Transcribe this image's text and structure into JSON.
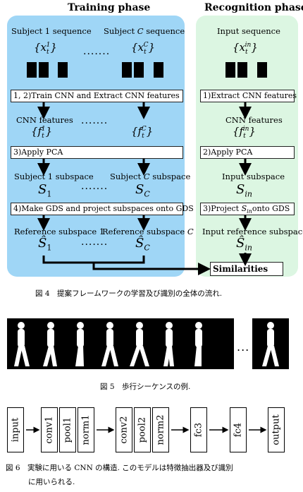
{
  "fig4": {
    "training_title": "Training phase",
    "recognition_title": "Recognition phase",
    "subject1_seq": "Subject 1 sequence",
    "subjectC_seq": "Subject C sequence",
    "x1": "{x_t^1}",
    "xC": "{x_t^C}",
    "step12": "1, 2)Train CNN and Extract CNN features",
    "cnn_features": "CNN features",
    "f1": "{f_t^1}",
    "fC": "{f_t^C}",
    "step3": "3)Apply PCA",
    "subject1_subspace": "Subject 1 subspace",
    "subjectC_subspace": "Subject C subspace",
    "S1": "S_1",
    "SC": "S_C",
    "step4": "4)Make GDS and project subspaces onto GDS",
    "ref1": "Reference subspace 1",
    "refC": "Reference subspace C",
    "S1hat": "Ŝ_1",
    "SChat": "Ŝ_C",
    "input_seq": "Input sequence",
    "xin": "{x_t^in}",
    "rstep1": "1)Extract CNN features",
    "rcnn_features": "CNN features",
    "fin": "{f_t^in}",
    "rstep2": "2)Apply PCA",
    "input_subspace": "Input subspace",
    "Sin": "S_in",
    "rstep3": "3)Project S_in onto GDS",
    "input_ref": "Input reference subspace",
    "Sinhat": "Ŝ_in",
    "similarities": "Similarities",
    "dots": ".......",
    "caption": "図 4　提案フレームワークの学習及び識別の全体の流れ."
  },
  "fig5": {
    "ellipsis": "...",
    "caption": "図 5　歩行シーケンスの例."
  },
  "fig6": {
    "layers": [
      "input",
      "conv1",
      "pool1",
      "norm1",
      "conv2",
      "pool2",
      "norm2",
      "fc3",
      "fc4",
      "output"
    ],
    "caption_line1": "図 6　実験に用いる CNN の構造. このモデルは特徴抽出器及び識別",
    "caption_line2": "に用いられる."
  }
}
